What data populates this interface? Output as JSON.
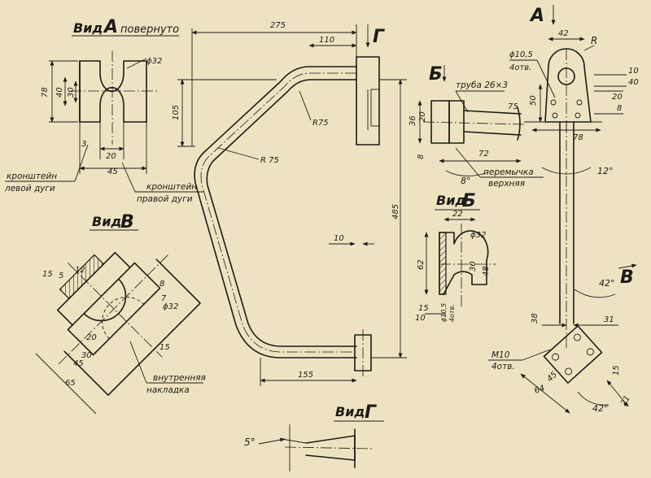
{
  "views": {
    "view_a_rotated": {
      "prefix": "Вид",
      "letter": "А",
      "suffix": "повернуто"
    },
    "view_v": {
      "prefix": "Вид",
      "letter": "В"
    },
    "view_b": {
      "prefix": "Вид",
      "letter": "Б"
    },
    "view_g": {
      "prefix": "Вид",
      "letter": "Г"
    },
    "section_a": "А",
    "section_b": "Б",
    "section_g": "Г",
    "arrow_v": "В"
  },
  "labels": {
    "bracket_left_line1": "кронштейн",
    "bracket_left_line2": "левой дуги",
    "bracket_right_line1": "кронштейн",
    "bracket_right_line2": "правой дуги",
    "inner_plate_line1": "внутренняя",
    "inner_plate_line2": "накладка",
    "tube": "труба 26×3",
    "jumper_line1": "перемычка",
    "jumper_line2": "верхняя",
    "holes_top": "ϕ10,5",
    "holes_top_count": "4отв.",
    "holes_vid_b": "ϕ10,5",
    "holes_vid_b_count": "4отв.",
    "bolt_size": "M10",
    "bolt_count": "4отв."
  },
  "dims": {
    "view_a": {
      "d32": "ϕ32",
      "h78": "78",
      "h40": "40",
      "h30": "30",
      "d3": "3",
      "w20": "20",
      "w45": "45"
    },
    "main": {
      "w275": "275",
      "w110": "110",
      "h105": "105",
      "r75a": "R75",
      "r75b": "R 75",
      "h485": "485",
      "w10": "10",
      "w155": "155"
    },
    "view_v": {
      "d15": "15",
      "d5": "5",
      "d12": "12",
      "d8": "8",
      "d7": "7",
      "d32": "ϕ32",
      "d15b": "15",
      "d20": "20",
      "d30": "30",
      "d45": "45",
      "d65": "65"
    },
    "view_b_side": {
      "h36": "36",
      "h20": "20",
      "h8": "8",
      "d72": "72",
      "ang8": "8°"
    },
    "view_b": {
      "w22": "22",
      "d32": "ϕ32",
      "h62": "62",
      "h30": "30",
      "h48": "48",
      "d15": "15",
      "d10": "10"
    },
    "right_top": {
      "w42": "42",
      "r": "R",
      "h10": "10",
      "h40": "40",
      "h20": "20",
      "h8": "8",
      "h50": "50",
      "w75": "75",
      "w78": "78",
      "ang12": "12°"
    },
    "right_bottom": {
      "ang42a": "42°",
      "w38": "38",
      "w31": "31",
      "d15": "15",
      "d45": "45",
      "d64": "64",
      "ang42b": "42°",
      "d21": "21"
    },
    "view_g": {
      "ang5": "5°"
    }
  }
}
